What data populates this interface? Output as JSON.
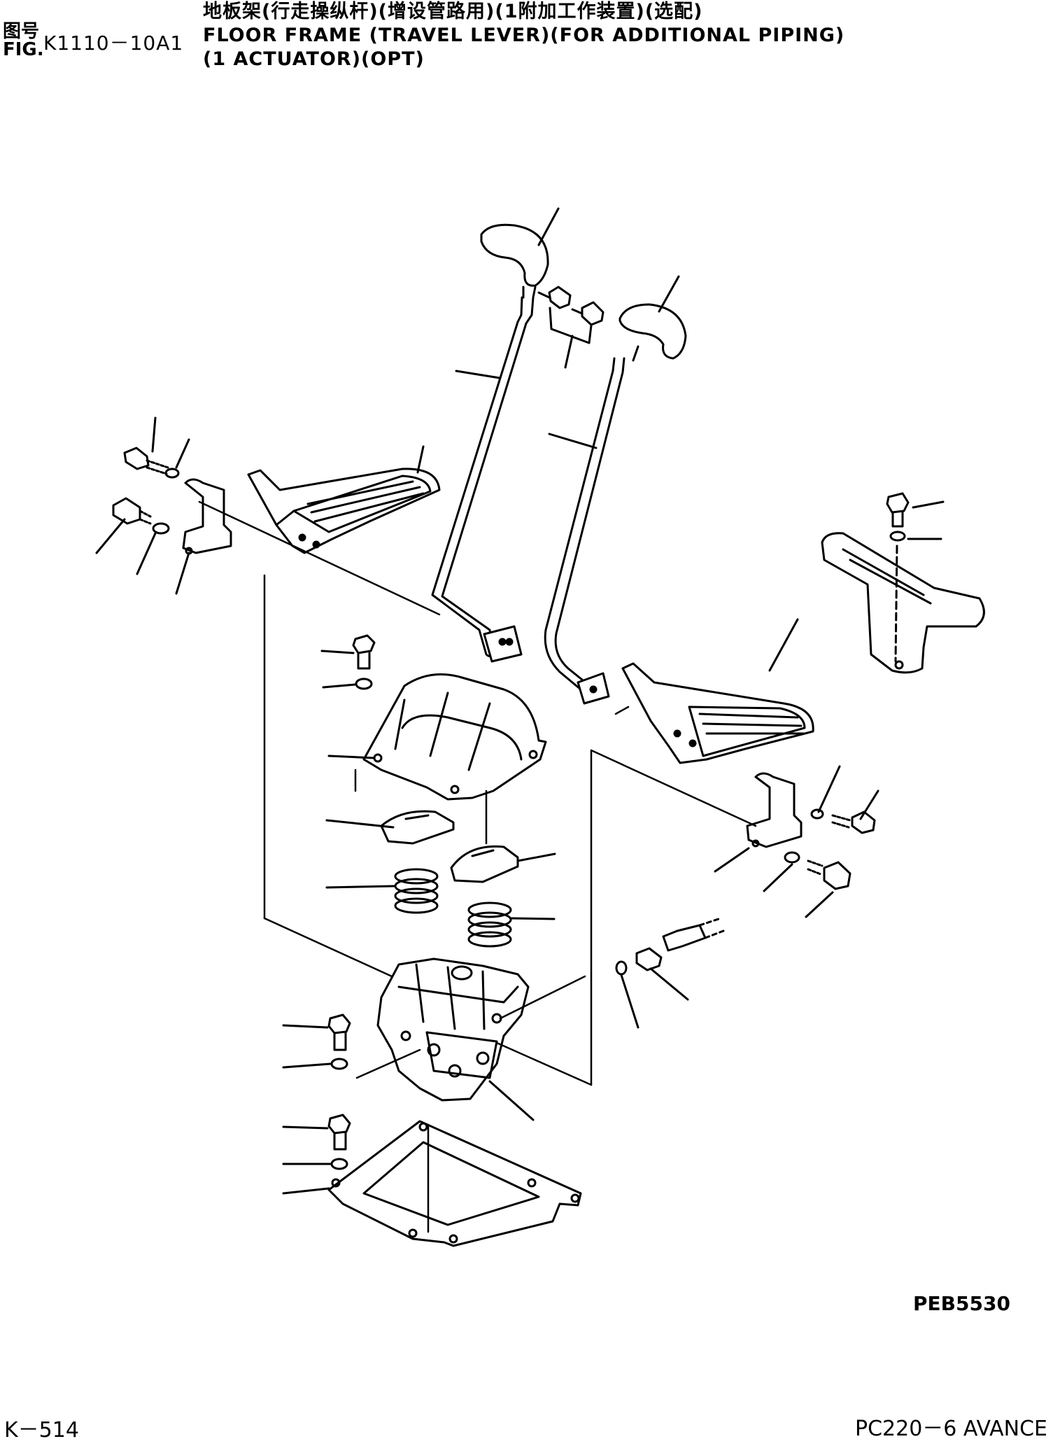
{
  "header": {
    "fig_label_cn": "图号",
    "fig_label_en": "FIG.",
    "fig_code": "K1110－10A1",
    "title_cn": "地板架(行走操纵杆)(增设管路用)(1附加工作装置)(选配)",
    "title_en_line1": "FLOOR FRAME (TRAVEL LEVER)(FOR ADDITIONAL PIPING)",
    "title_en_line2": "(1 ACTUATOR)(OPT)"
  },
  "drawing": {
    "image_code": "PEB5530"
  },
  "footer": {
    "page_number": "K－514",
    "model": "PC220－6 AVANCE"
  },
  "colors": {
    "line": "#000000",
    "background": "#ffffff"
  }
}
